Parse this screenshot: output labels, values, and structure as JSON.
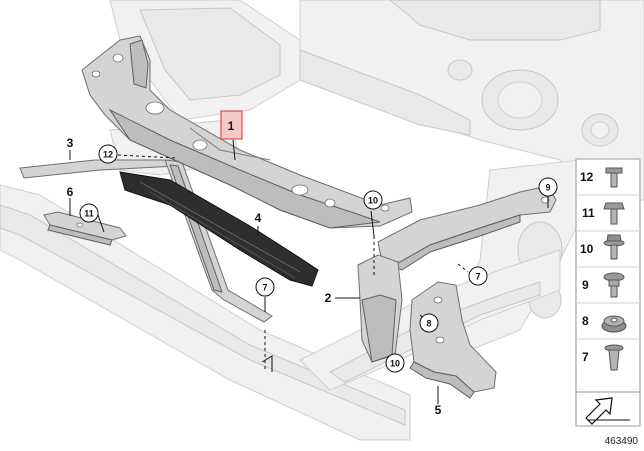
{
  "callouts": {
    "c1": "1",
    "c2": "2",
    "c3": "3",
    "c4": "4",
    "c5": "5",
    "c6": "6",
    "c7a": "7",
    "c7b": "7",
    "c8": "8",
    "c9": "9",
    "c10a": "10",
    "c10b": "10",
    "c11": "11",
    "c12": "12"
  },
  "legend": {
    "items": [
      {
        "label": "12",
        "icon": "flange-screw-icon"
      },
      {
        "label": "11",
        "icon": "hex-bolt-icon"
      },
      {
        "label": "10",
        "icon": "hex-bolt-washer-icon"
      },
      {
        "label": "9",
        "icon": "collar-bolt-icon"
      },
      {
        "label": "8",
        "icon": "hex-nut-icon"
      },
      {
        "label": "7",
        "icon": "expanding-rivet-icon"
      }
    ],
    "pointer_icon": "direction-arrow-icon"
  },
  "reference_number": "463490",
  "colors": {
    "highlight": "#e24b4b",
    "part_fill": "#d4d4d4",
    "body_fill": "#f1f1f1"
  }
}
